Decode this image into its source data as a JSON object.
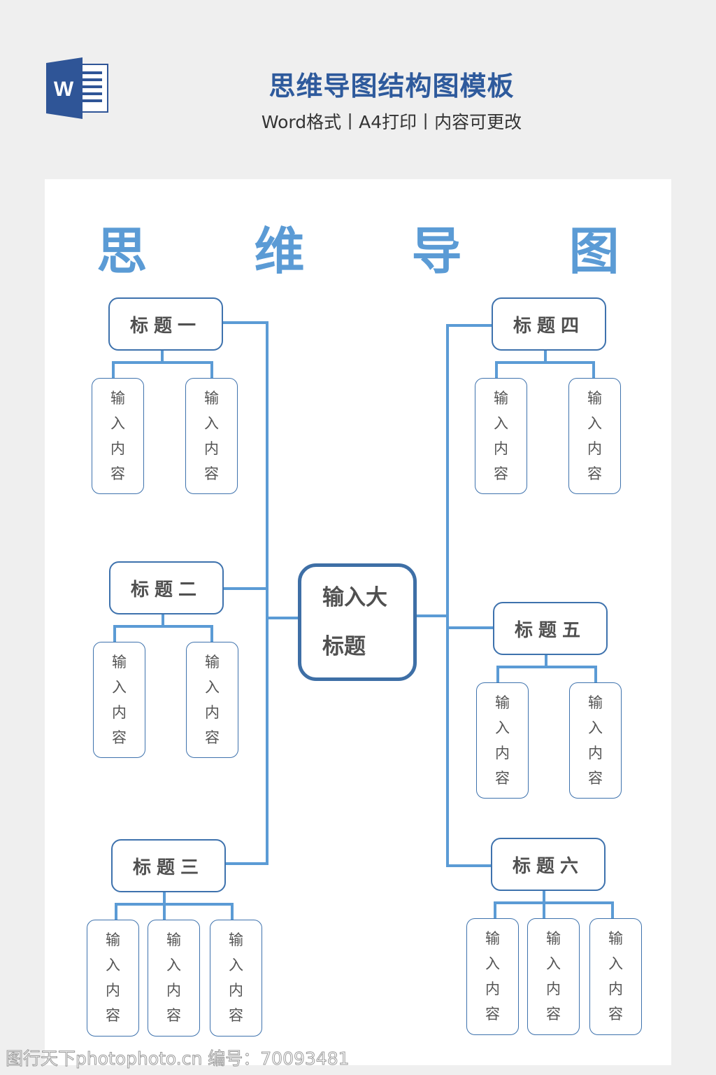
{
  "header": {
    "app_icon": "word-icon",
    "app_icon_letter": "W",
    "title": "思维导图结构图模板",
    "subtitle": "Word格式丨A4打印丨内容可更改"
  },
  "diagram": {
    "title": "思 维 导 图",
    "center": {
      "line1": "输入大",
      "line2": "标题"
    },
    "branches": [
      {
        "label": "标题一",
        "children": [
          "输入内容",
          "输入内容"
        ]
      },
      {
        "label": "标题二",
        "children": [
          "输入内容",
          "输入内容"
        ]
      },
      {
        "label": "标题三",
        "children": [
          "输入内容",
          "输入内容",
          "输入内容"
        ]
      },
      {
        "label": "标题四",
        "children": [
          "输入内容",
          "输入内容"
        ]
      },
      {
        "label": "标题五",
        "children": [
          "输入内容",
          "输入内容"
        ]
      },
      {
        "label": "标题六",
        "children": [
          "输入内容",
          "输入内容",
          "输入内容"
        ]
      }
    ]
  },
  "colors": {
    "header_title": "#2e5a9c",
    "big_title": "#5b9bd5",
    "connector": "#5b9bd5",
    "box_border": "#3e72ad",
    "page_bg": "#efefef",
    "paper_bg": "#ffffff"
  },
  "watermark": "图行天下photophoto.cn 编号：70093481"
}
